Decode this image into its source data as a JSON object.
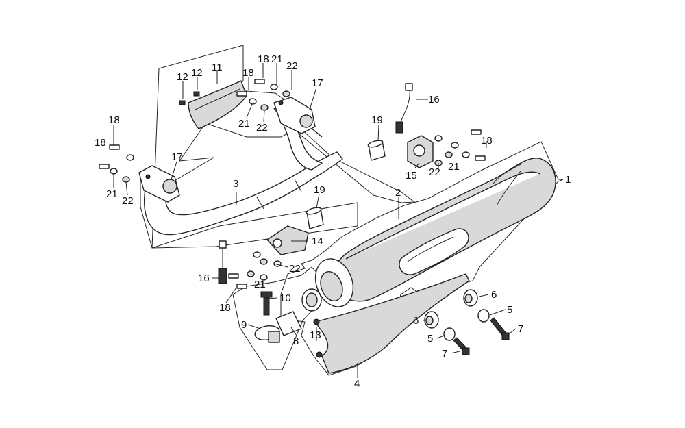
{
  "diagram": {
    "colors": {
      "line": "#222222",
      "fill": "#ffffff",
      "shade": "#d9d9d9",
      "text": "#111111"
    },
    "labels": [
      {
        "id": "lbl-12a",
        "text": "12"
      },
      {
        "id": "lbl-12b",
        "text": "12"
      },
      {
        "id": "lbl-11",
        "text": "11"
      },
      {
        "id": "lbl-18a",
        "text": "18"
      },
      {
        "id": "lbl-18b",
        "text": "18"
      },
      {
        "id": "lbl-21a",
        "text": "21"
      },
      {
        "id": "lbl-22a",
        "text": "22"
      },
      {
        "id": "lbl-17a",
        "text": "17"
      },
      {
        "id": "lbl-21b",
        "text": "21"
      },
      {
        "id": "lbl-22b",
        "text": "22"
      },
      {
        "id": "lbl-16a",
        "text": "16"
      },
      {
        "id": "lbl-19a",
        "text": "19"
      },
      {
        "id": "lbl-18c",
        "text": "18"
      },
      {
        "id": "lbl-18d",
        "text": "18"
      },
      {
        "id": "lbl-17b",
        "text": "17"
      },
      {
        "id": "lbl-21c",
        "text": "21"
      },
      {
        "id": "lbl-22c",
        "text": "22"
      },
      {
        "id": "lbl-3",
        "text": "3"
      },
      {
        "id": "lbl-19b",
        "text": "19"
      },
      {
        "id": "lbl-2",
        "text": "2"
      },
      {
        "id": "lbl-1",
        "text": "1"
      },
      {
        "id": "lbl-15",
        "text": "15"
      },
      {
        "id": "lbl-22d",
        "text": "22"
      },
      {
        "id": "lbl-21d",
        "text": "21"
      },
      {
        "id": "lbl-18e",
        "text": "18"
      },
      {
        "id": "lbl-14",
        "text": "14"
      },
      {
        "id": "lbl-22e",
        "text": "22"
      },
      {
        "id": "lbl-16b",
        "text": "16"
      },
      {
        "id": "lbl-21e",
        "text": "21"
      },
      {
        "id": "lbl-18f",
        "text": "18"
      },
      {
        "id": "lbl-10",
        "text": "10"
      },
      {
        "id": "lbl-9",
        "text": "9"
      },
      {
        "id": "lbl-8",
        "text": "8"
      },
      {
        "id": "lbl-13",
        "text": "13"
      },
      {
        "id": "lbl-4",
        "text": "4"
      },
      {
        "id": "lbl-6a",
        "text": "6"
      },
      {
        "id": "lbl-5a",
        "text": "5"
      },
      {
        "id": "lbl-7a",
        "text": "7"
      },
      {
        "id": "lbl-6b",
        "text": "6"
      },
      {
        "id": "lbl-5b",
        "text": "5"
      },
      {
        "id": "lbl-7b",
        "text": "7"
      }
    ]
  }
}
